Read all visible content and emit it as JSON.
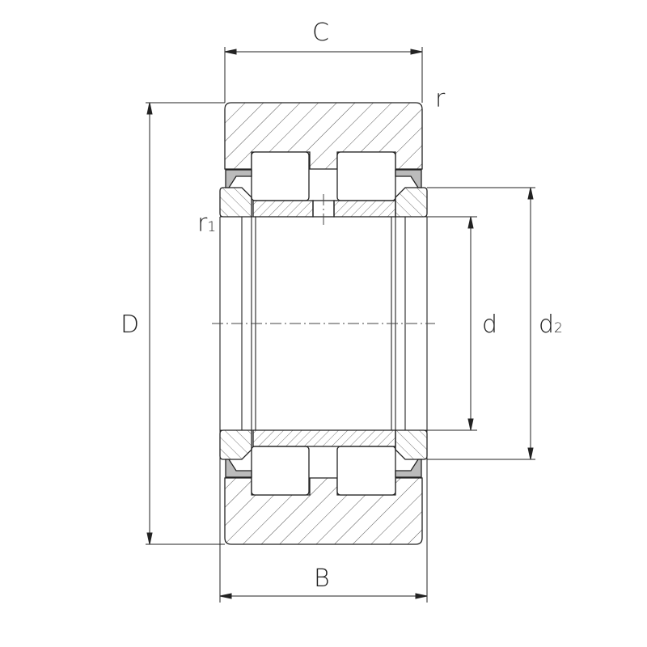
{
  "labels": {
    "C": "C",
    "D": "D",
    "B": "B",
    "d": "d",
    "d2_main": "d",
    "d2_sub": "2",
    "r": "r",
    "r1_main": "r",
    "r1_sub": "1"
  },
  "colors": {
    "line": "#222222",
    "hatch": "#555555"
  }
}
